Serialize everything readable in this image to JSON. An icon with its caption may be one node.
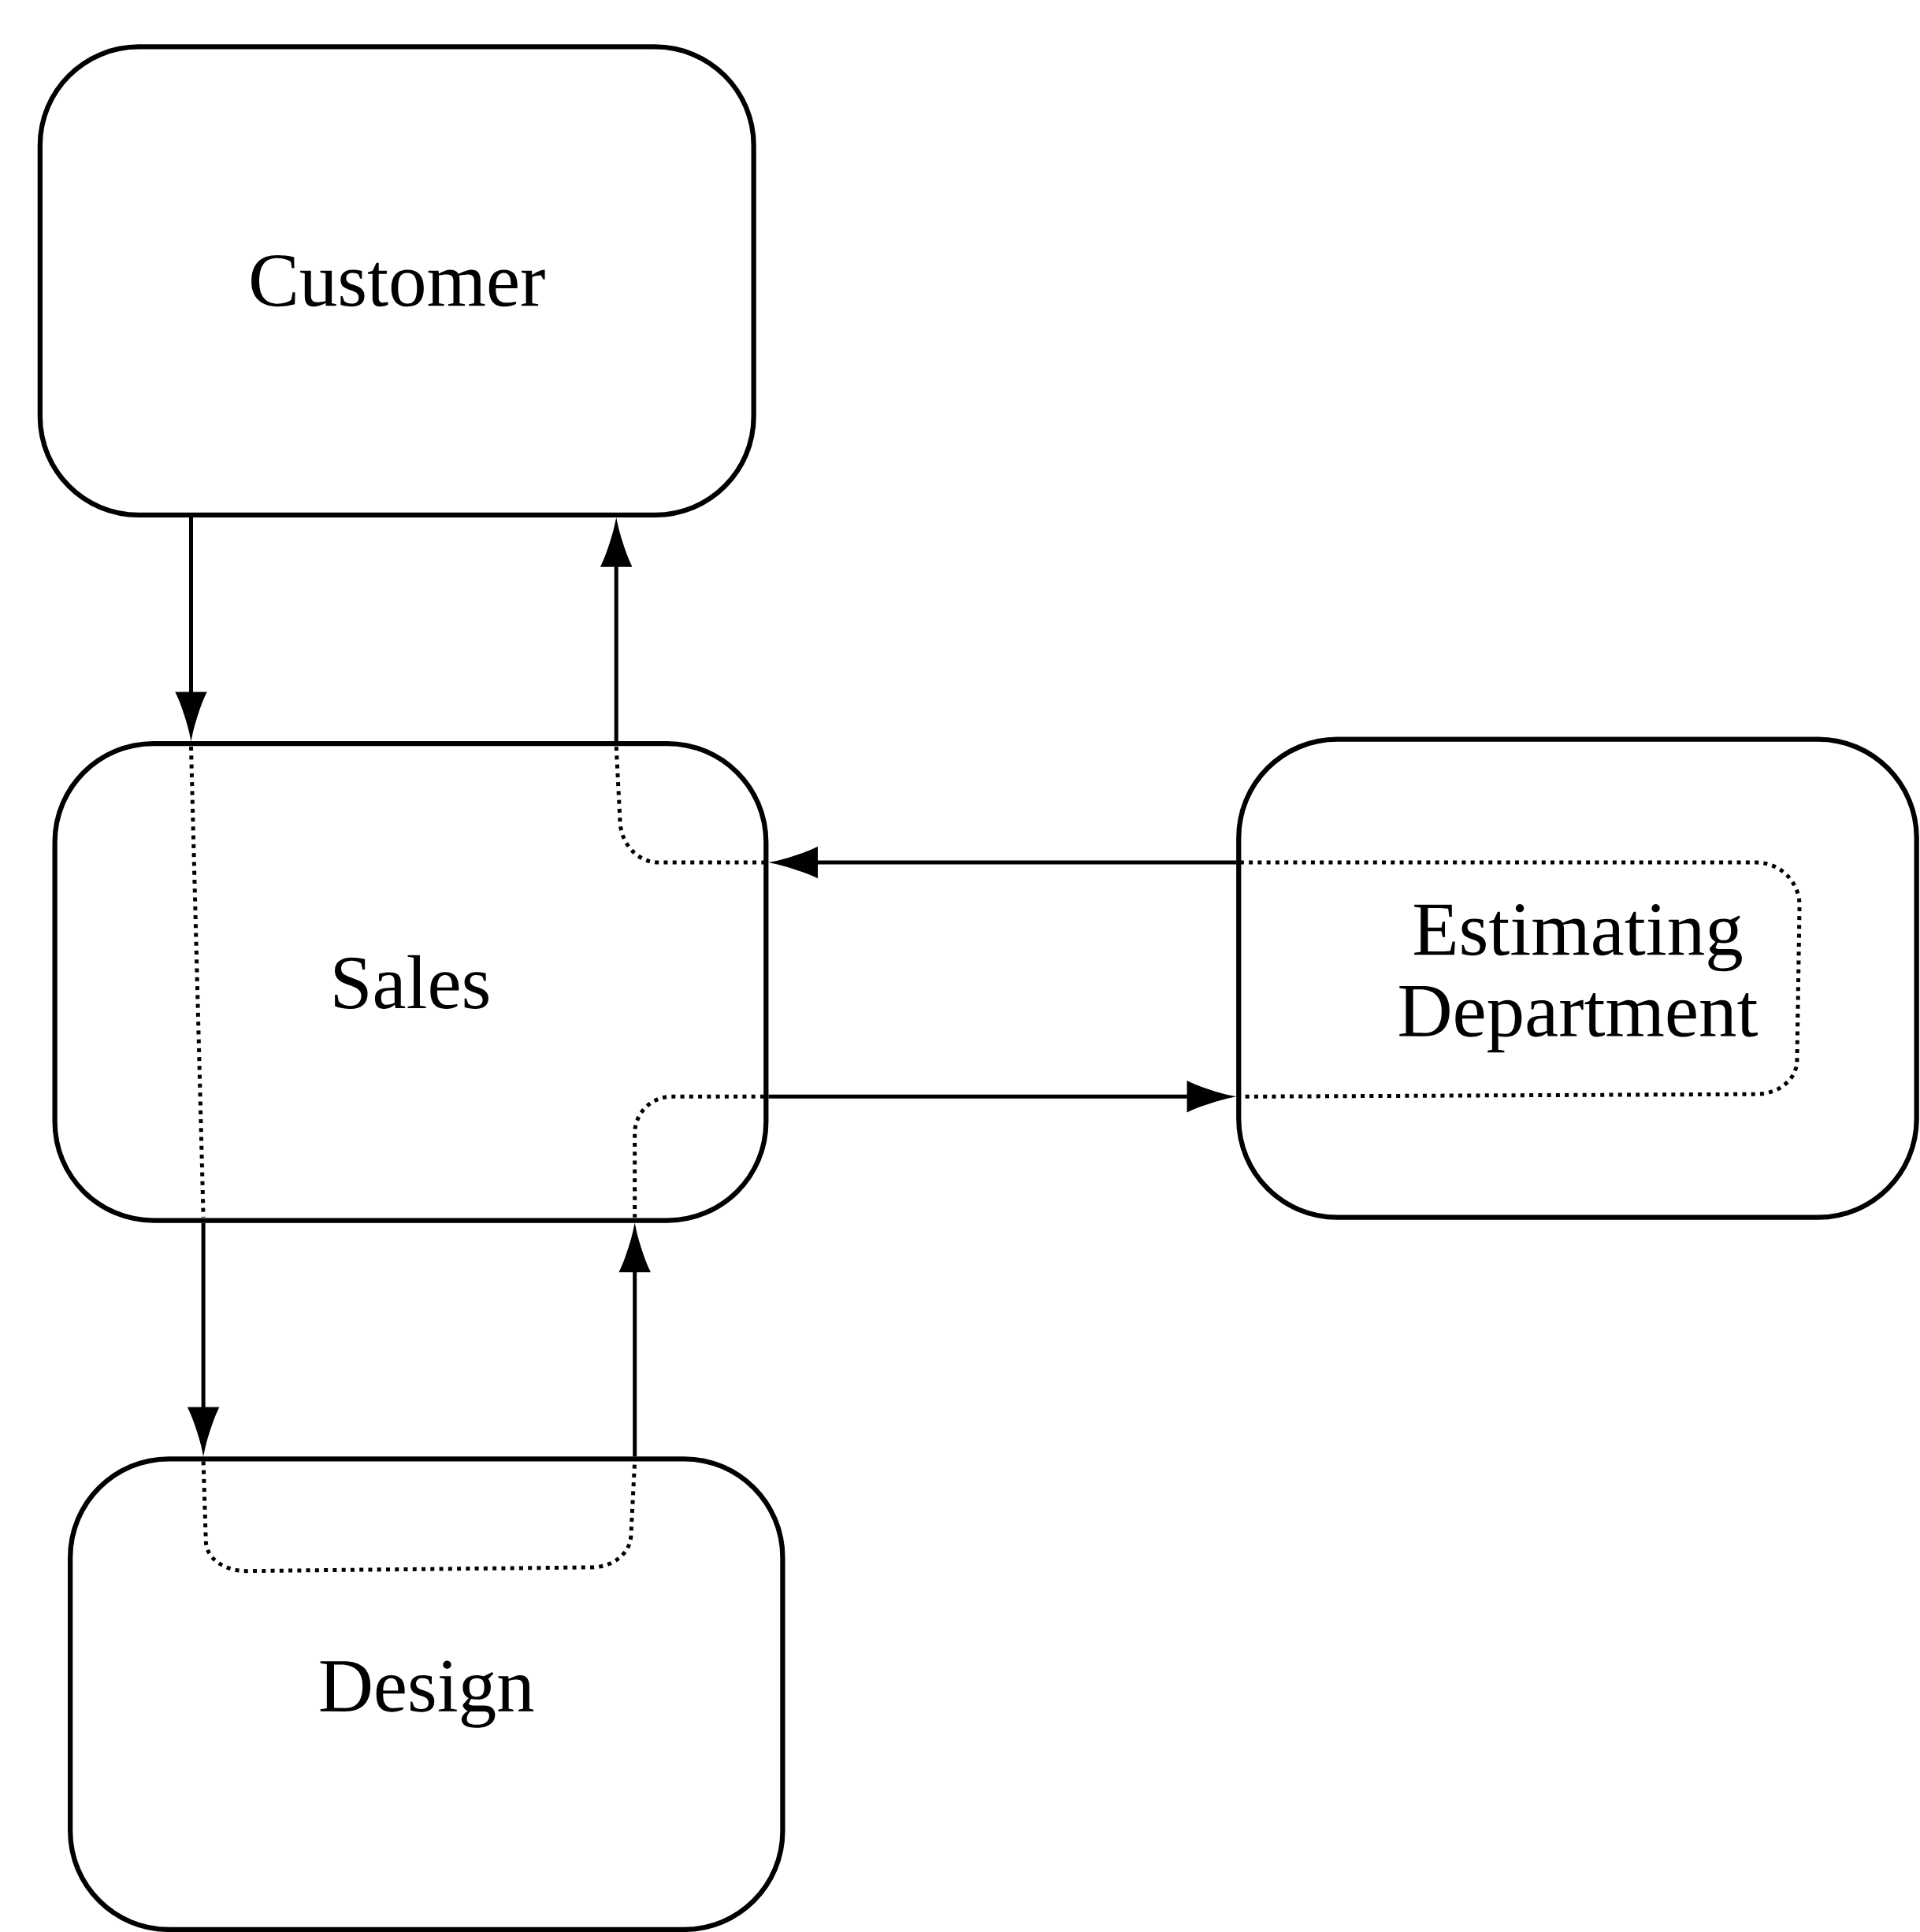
{
  "diagram": {
    "nodes": [
      {
        "text": [
          "Customer"
        ]
      },
      {
        "text": [
          "Sales"
        ]
      },
      {
        "text": [
          "Estimating Department"
        ]
      },
      {
        "text": [
          "Design"
        ]
      }
    ],
    "edges": [
      {
        "from": 0,
        "to": 1,
        "arrow": "to"
      },
      {
        "from": 1,
        "to": 0,
        "arrow": "to"
      },
      {
        "from": 2,
        "to": 1,
        "arrow": "to"
      },
      {
        "from": 1,
        "to": 2,
        "arrow": "to"
      },
      {
        "from": 1,
        "to": 3,
        "arrow": "to"
      },
      {
        "from": 3,
        "to": 1,
        "arrow": "to"
      }
    ]
  }
}
